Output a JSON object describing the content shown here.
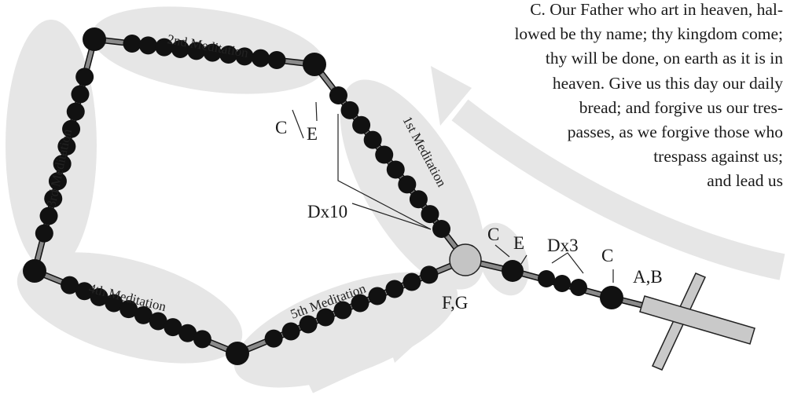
{
  "meditations": {
    "first": "1st Meditation",
    "second": "2nd Meditation",
    "third": "3rd Meditation",
    "fourth": "4th Meditation",
    "fifth": "5th Meditation"
  },
  "labels": {
    "c_top": "C",
    "e_top": "E",
    "dx10": "Dx10",
    "c_stem": "C",
    "e_stem": "E",
    "dx3": "Dx3",
    "c_cross": "C",
    "ab": "A,B",
    "fg": "F,G"
  },
  "prayer": {
    "lines": [
      "C.   Our Father who art in heaven, hal-",
      "lowed be thy name; thy kingdom come;",
      "thy will be done, on earth as it is in",
      "heaven. Give us this day our daily",
      "bread; and forgive us our tres-",
      "passes, as we forgive those who",
      "trespass against us;",
      "and lead us"
    ]
  },
  "colors": {
    "bead": "#111111",
    "cord": "#8a8a8a",
    "centerpiece": "#c4c4c4",
    "cross": "#c9c9c9",
    "highlight": "#e6e6e6",
    "arrow": "#e6e6e6"
  }
}
